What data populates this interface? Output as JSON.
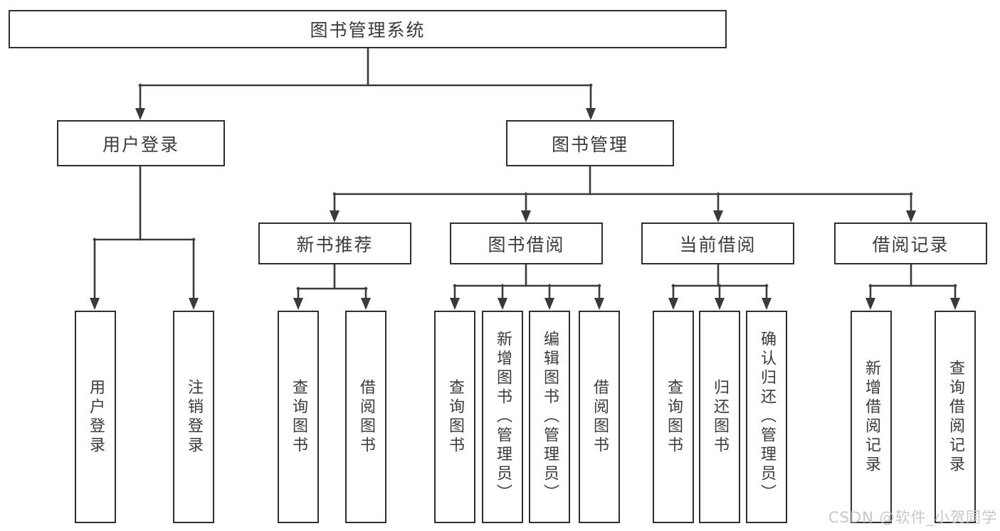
{
  "diagram": {
    "root": "图书管理系统",
    "branches": {
      "user_login": "用户登录",
      "book_mgmt": "图书管理"
    },
    "modules": {
      "new_books": "新书推荐",
      "book_borrow": "图书借阅",
      "current_borrow": "当前借阅",
      "borrow_records": "借阅记录"
    },
    "leaves": {
      "login": [
        "用户登录",
        "注销登录"
      ],
      "new_books": [
        "查询图书",
        "借阅图书"
      ],
      "book_borrow": [
        "查询图书",
        "新增图书（管理员）",
        "编辑图书（管理员）",
        "借阅图书"
      ],
      "current_borrow": [
        "查询图书",
        "归还图书",
        "确认归还（管理员）"
      ],
      "borrow_records": [
        "新增借阅记录",
        "查询借阅记录"
      ]
    }
  },
  "watermark": "CSDN @软件_小贺同学",
  "colors": {
    "line": "#3a3a3a",
    "box_border": "#2f2f2f",
    "text": "#3b3b3b",
    "watermark": "#c7c7c7"
  }
}
